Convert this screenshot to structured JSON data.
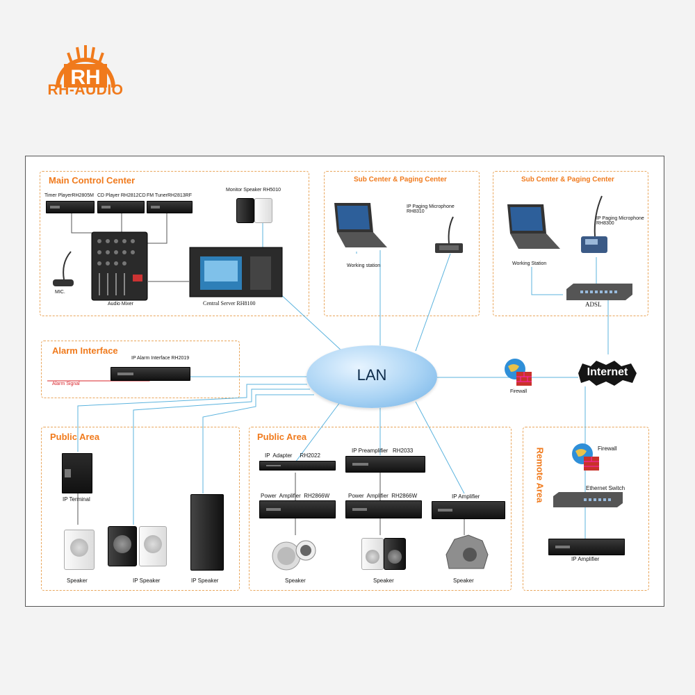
{
  "brand": {
    "name": "RH-AUDIO",
    "logo_letters": "RH"
  },
  "colors": {
    "accent": "#f07a1c",
    "zone_border": "#e9a55a",
    "wire": "#5bb3de",
    "alarm": "#d9232a",
    "lan": "#a9d3f4"
  },
  "hub": {
    "lan": "LAN",
    "internet": "Internet"
  },
  "zones": {
    "main_control": {
      "title": "Main Control Center",
      "timer_player": "Timer PlayerRH2805M",
      "cd_player": "CD Player RH2812CD",
      "fm_tuner": "FM TunerRH2813RF",
      "monitor_speaker": "Monitor Speaker  RH5010",
      "mic": "MIC.",
      "audio_mixer": "Audio Mixer",
      "central_server": "Central Server RH8100"
    },
    "sub_center_1": {
      "title": "Sub Center & Paging Center",
      "paging_mic": "IP Paging Microphone\nRH8310",
      "working_station": "Working station"
    },
    "sub_center_2": {
      "title": "Sub Center & Paging Center",
      "paging_mic": "IP Paging Microphone\nRH8300",
      "working_station": "Working Station",
      "adsl": "ADSL"
    },
    "alarm": {
      "title": "Alarm Interface",
      "device": "IP Alarm Interface RH2019",
      "signal": "Alarm  Signal"
    },
    "public_area_1": {
      "title": "Public Area",
      "ip_terminal": "IP Terminal",
      "speaker": "Speaker",
      "ip_speaker_1": "IP Speaker",
      "ip_speaker_2": "IP Speaker"
    },
    "public_area_2": {
      "title": "Public  Area",
      "ip_adapter": "IP  Adapter     RH2022",
      "ip_preamp": "IP Preamplifier   RH2033",
      "power_amp_1": "Power  Amplifier  RH2866W",
      "power_amp_2": "Power  Amplifier  RH2866W",
      "ip_amplifier": "IP Amplifier",
      "speaker_1": "Speaker",
      "speaker_2": "Speaker",
      "speaker_3": "Speaker"
    },
    "remote": {
      "title": "Remote  Area",
      "firewall": "Firewall",
      "ethernet_switch": "Ethernet Switch",
      "ip_amplifier": "IP Amplifier"
    },
    "firewall_main": "Firewall"
  }
}
